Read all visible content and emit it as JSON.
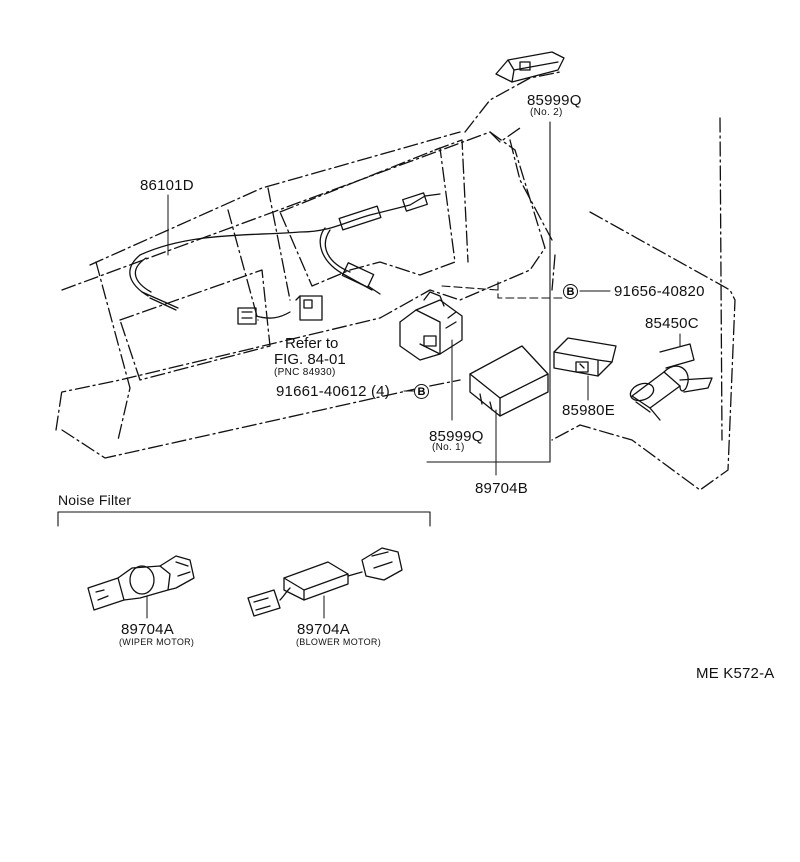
{
  "diagram": {
    "parts": {
      "p86101D": "86101D",
      "p85999Q_top": "85999Q",
      "p85999Q_top_sub": "(No. 2)",
      "p91656": "91656-40820",
      "p85450C": "85450C",
      "p85980E": "85980E",
      "p85999Q_bottom": "85999Q",
      "p85999Q_bottom_sub": "(No. 1)",
      "p89704B": "89704B",
      "p91661": "91661-40612 (4)",
      "p89704A_wiper": "89704A",
      "p89704A_wiper_sub": "(WIPER MOTOR)",
      "p89704A_blower": "89704A",
      "p89704A_blower_sub": "(BLOWER MOTOR)"
    },
    "reference": {
      "line1": "Refer to",
      "line2": "FIG. 84-01",
      "line3": "(PNC 84930)"
    },
    "bolt_marker": "B",
    "noise_filter_title": "Noise Filter",
    "figure_code": "ME K572-A"
  }
}
